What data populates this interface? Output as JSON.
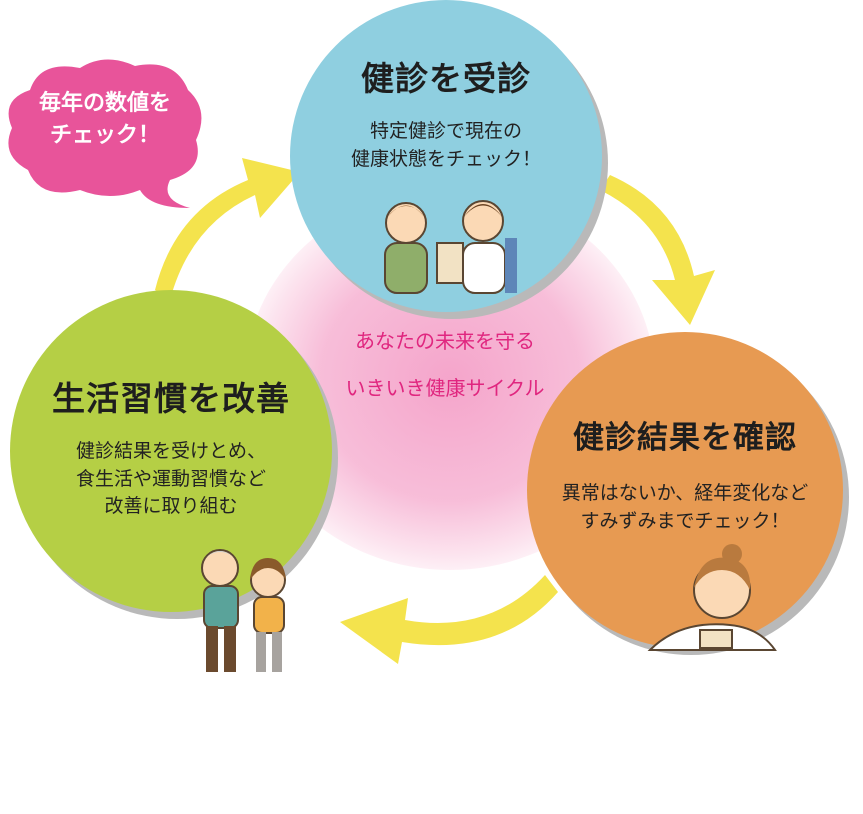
{
  "center": {
    "line1": "あなたの未来を守る",
    "line2": "いきいき健康サイクル"
  },
  "bubble": {
    "line1": "毎年の数値を",
    "line2": "チェック！"
  },
  "steps": {
    "checkup": {
      "title": "健診を受診",
      "line1": "特定健診で現在の",
      "line2": "健康状態をチェック！"
    },
    "result": {
      "title": "健診結果を確認",
      "line1": "異常はないか、経年変化など",
      "line2": "すみずみまでチェック！"
    },
    "lifestyle": {
      "title": "生活習慣を改善",
      "line1": "健診結果を受けとめ、",
      "line2": "食生活や運動習慣など",
      "line3": "改善に取り組む"
    }
  },
  "colors": {
    "checkup_circle": "#8fcfe0",
    "result_circle": "#e79a52",
    "lifestyle_circle": "#b5cf45",
    "bubble": "#e8549a",
    "center_text": "#e0267f",
    "arrows": "#f3e03a"
  }
}
